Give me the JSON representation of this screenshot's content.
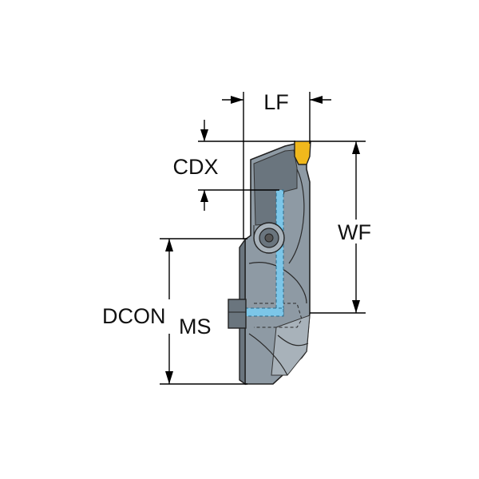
{
  "labels": {
    "lf": "LF",
    "cdx": "CDX",
    "wf": "WF",
    "dcon": "DCON",
    "dcon_sub": "MS"
  },
  "colors": {
    "body": "#8e9aa4",
    "body_dark": "#6a757e",
    "body_light": "#a8b2ba",
    "insert": "#f0b81c",
    "coolant": "#7cc6e8",
    "outline": "#222222",
    "dimension": "#000000"
  }
}
